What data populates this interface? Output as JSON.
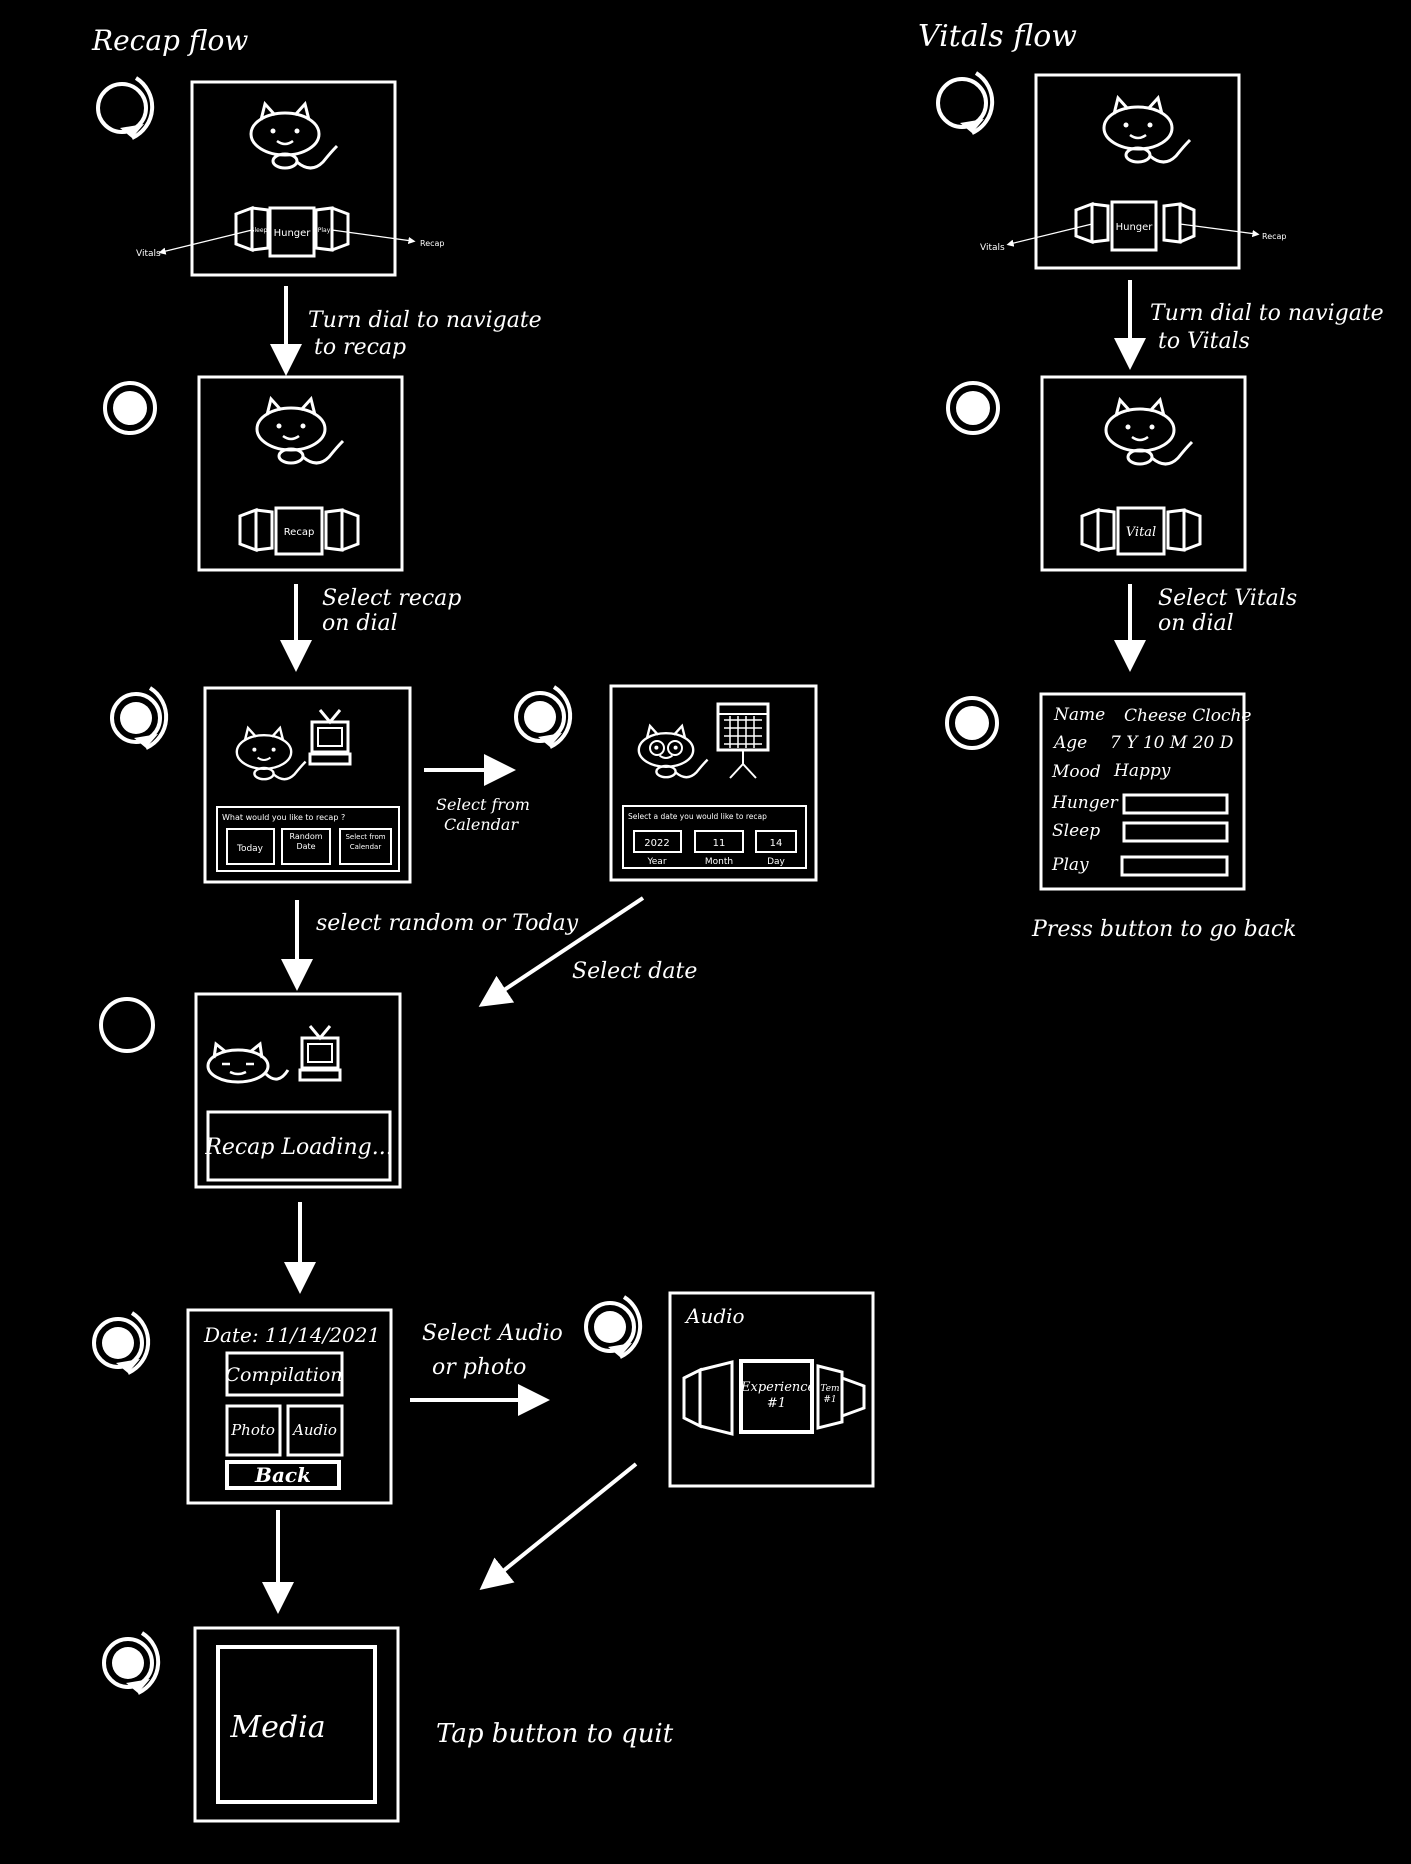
{
  "titles": {
    "recap_flow": "Recap flow",
    "vitals_flow": "Vitals flow"
  },
  "dial": {
    "left": "Vitals",
    "center": "Hunger",
    "right": "Recap",
    "left_short": "Sleep",
    "right_short": "Play"
  },
  "screens": {
    "recap_selected": "Recap",
    "vitals_selected": "Vital",
    "recap_prompt": "What would you like to recap ?",
    "recap_options": [
      "Today",
      "Random Date",
      "Select from Calendar"
    ],
    "calendar_title": "Select a date you would like to recap",
    "date_values": [
      "2022",
      "11",
      "14"
    ],
    "date_units": [
      "Year",
      "Month",
      "Day"
    ],
    "loading": "Recap Loading...",
    "date_heading": "Date: 11/14/2021",
    "compilation": "Compilation",
    "photo": "Photo",
    "audio": "Audio",
    "back": "Back",
    "audio_title": "Audio",
    "experience": "Experience #1",
    "experience_short": "Tem #1",
    "media": "Media"
  },
  "vitals_card": {
    "name_label": "Name",
    "name_value": "Cheese Cloche",
    "age_label": "Age",
    "age_value": "7 Y 10 M 20 D",
    "mood_label": "Mood",
    "mood_value": "Happy",
    "hunger_label": "Hunger",
    "sleep_label": "Sleep",
    "play_label": "Play"
  },
  "captions": {
    "turn_dial_recap": [
      "Turn dial to navigate",
      "to recap"
    ],
    "select_recap": [
      "Select recap",
      "on dial"
    ],
    "select_calendar": [
      "Select from",
      "Calendar"
    ],
    "select_random": "select random or Today",
    "select_date": "Select date",
    "select_audio_photo": [
      "Select Audio",
      "or photo"
    ],
    "tap_quit": "Tap button to quit",
    "turn_dial_vitals": [
      "Turn dial to navigate",
      "to Vitals"
    ],
    "select_vitals": [
      "Select Vitals",
      "on dial"
    ],
    "press_back": "Press button to go back"
  },
  "colors": {
    "background": "#000000",
    "stroke": "#ffffff"
  }
}
